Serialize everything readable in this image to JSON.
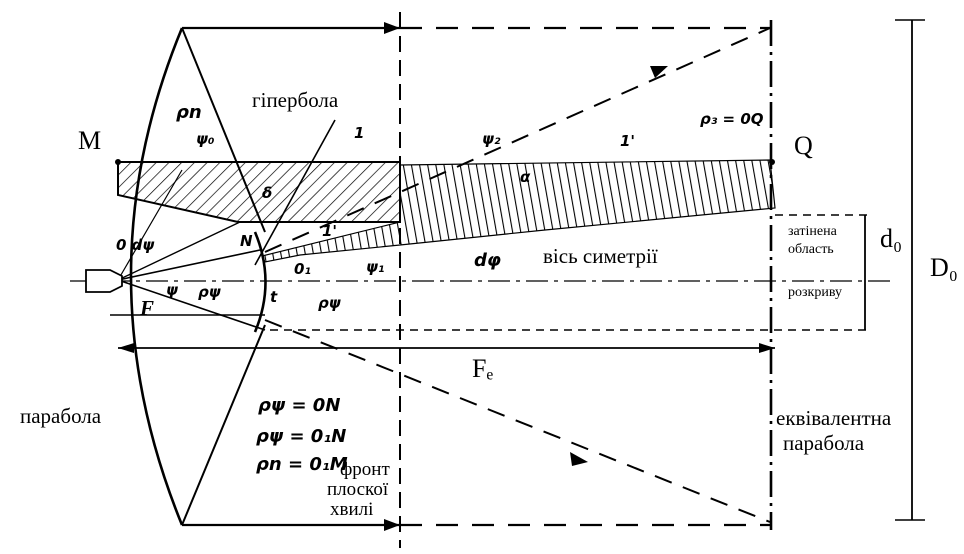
{
  "labels": {
    "M": "M",
    "Q": "Q",
    "D0": "D₀",
    "d0": "d₀",
    "Fe": "Fₑ",
    "F": "F",
    "hyperbola": "гіпербола",
    "parabola": "парабола",
    "axis": "вісь симетрії",
    "shaded_1": "затінена",
    "shaded_2": "область",
    "aperture": "розкриву",
    "equiv_1": "еквівалентна",
    "equiv_2": "парабола",
    "front_1": "фронт",
    "front_2": "плоскої",
    "front_3": "хвилі"
  },
  "handwritten": {
    "rho_n": "ρn",
    "psi_0": "ψ₀",
    "psi_2": "ψ₂",
    "rho_3": "ρ₃ = 0Q",
    "one": "1",
    "one_prime_a": "1'",
    "one_prime_b": "1'",
    "alpha": "α",
    "delta": "δ",
    "N": "N",
    "O_dpsi": "0 dψ",
    "psi": "ψ",
    "rho_psi": "ρψ",
    "t": "t",
    "rho_psi_2": "ρψ",
    "O1": "0₁",
    "psi1": "ψ₁",
    "dphi": "dφ",
    "eq1": "ρψ = 0N",
    "eq2": "ρψ = 0₁N",
    "eq3": "ρn = 0₁M"
  }
}
